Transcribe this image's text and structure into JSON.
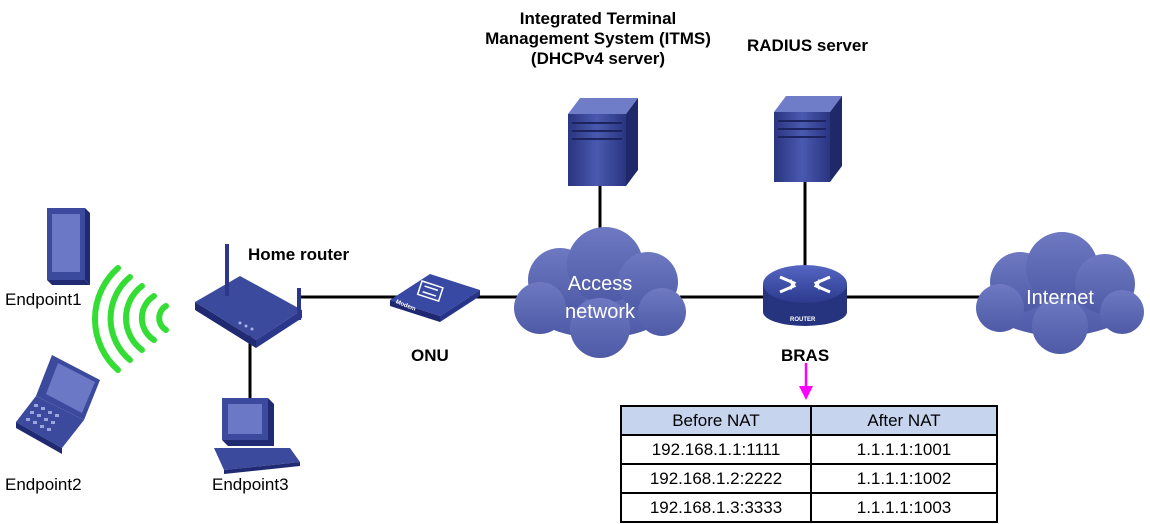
{
  "labels": {
    "itms": [
      "Integrated Terminal",
      "Management System (ITMS)",
      "(DHCPv4 server)"
    ],
    "radius": "RADIUS server",
    "home_router": "Home router",
    "onu": "ONU",
    "bras": "BRAS",
    "endpoint1": "Endpoint1",
    "endpoint2": "Endpoint2",
    "endpoint3": "Endpoint3",
    "access_network": [
      "Access",
      "network"
    ],
    "internet": "Internet",
    "modem_text": "Modem",
    "router_text": "ROUTER"
  },
  "nat_table": {
    "headers": [
      "Before NAT",
      "After NAT"
    ],
    "rows": [
      [
        "192.168.1.1:1111",
        "1.1.1.1:1001"
      ],
      [
        "192.168.1.2:2222",
        "1.1.1.1:1002"
      ],
      [
        "192.168.1.3:3333",
        "1.1.1.1:1003"
      ]
    ]
  },
  "colors": {
    "device_blue": "#3b4a9c",
    "cloud_blue": "#5b67b2",
    "wifi_green": "#33dd33",
    "arrow_magenta": "#ff00ff",
    "table_header": "#c6d4ee"
  }
}
